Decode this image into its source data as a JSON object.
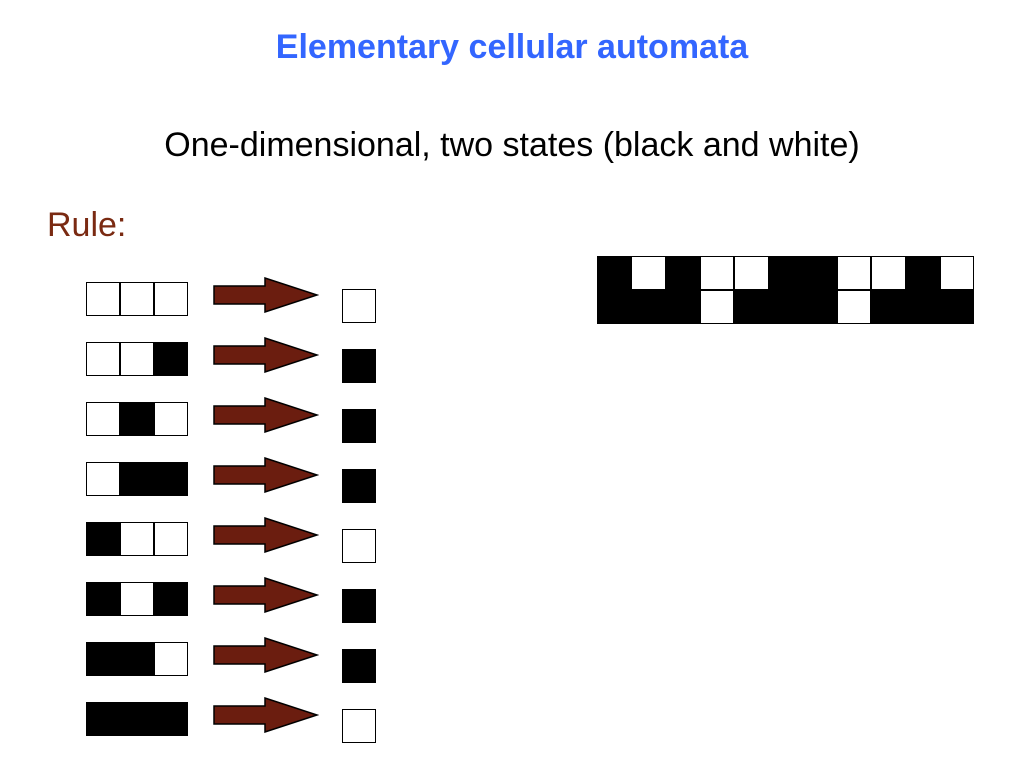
{
  "title": "Elementary cellular automata",
  "subtitle": "One-dimensional, two states (black and white)",
  "rule_label": "Rule:",
  "colors": {
    "title": "#3366ff",
    "rule_label": "#7a2a12",
    "arrow_fill": "#6b1d0f",
    "on": "#000000",
    "off": "#ffffff"
  },
  "icons": {
    "arrow": "right-arrow-icon"
  },
  "rules": [
    {
      "neighborhood": [
        0,
        0,
        0
      ],
      "result": 0
    },
    {
      "neighborhood": [
        0,
        0,
        1
      ],
      "result": 1
    },
    {
      "neighborhood": [
        0,
        1,
        0
      ],
      "result": 1
    },
    {
      "neighborhood": [
        0,
        1,
        1
      ],
      "result": 1
    },
    {
      "neighborhood": [
        1,
        0,
        0
      ],
      "result": 0
    },
    {
      "neighborhood": [
        1,
        0,
        1
      ],
      "result": 1
    },
    {
      "neighborhood": [
        1,
        1,
        0
      ],
      "result": 1
    },
    {
      "neighborhood": [
        1,
        1,
        1
      ],
      "result": 0
    }
  ],
  "evolution": [
    [
      1,
      0,
      1,
      0,
      0,
      1,
      1,
      0,
      0,
      1,
      0
    ],
    [
      1,
      1,
      1,
      0,
      1,
      1,
      1,
      0,
      1,
      1,
      1
    ]
  ]
}
